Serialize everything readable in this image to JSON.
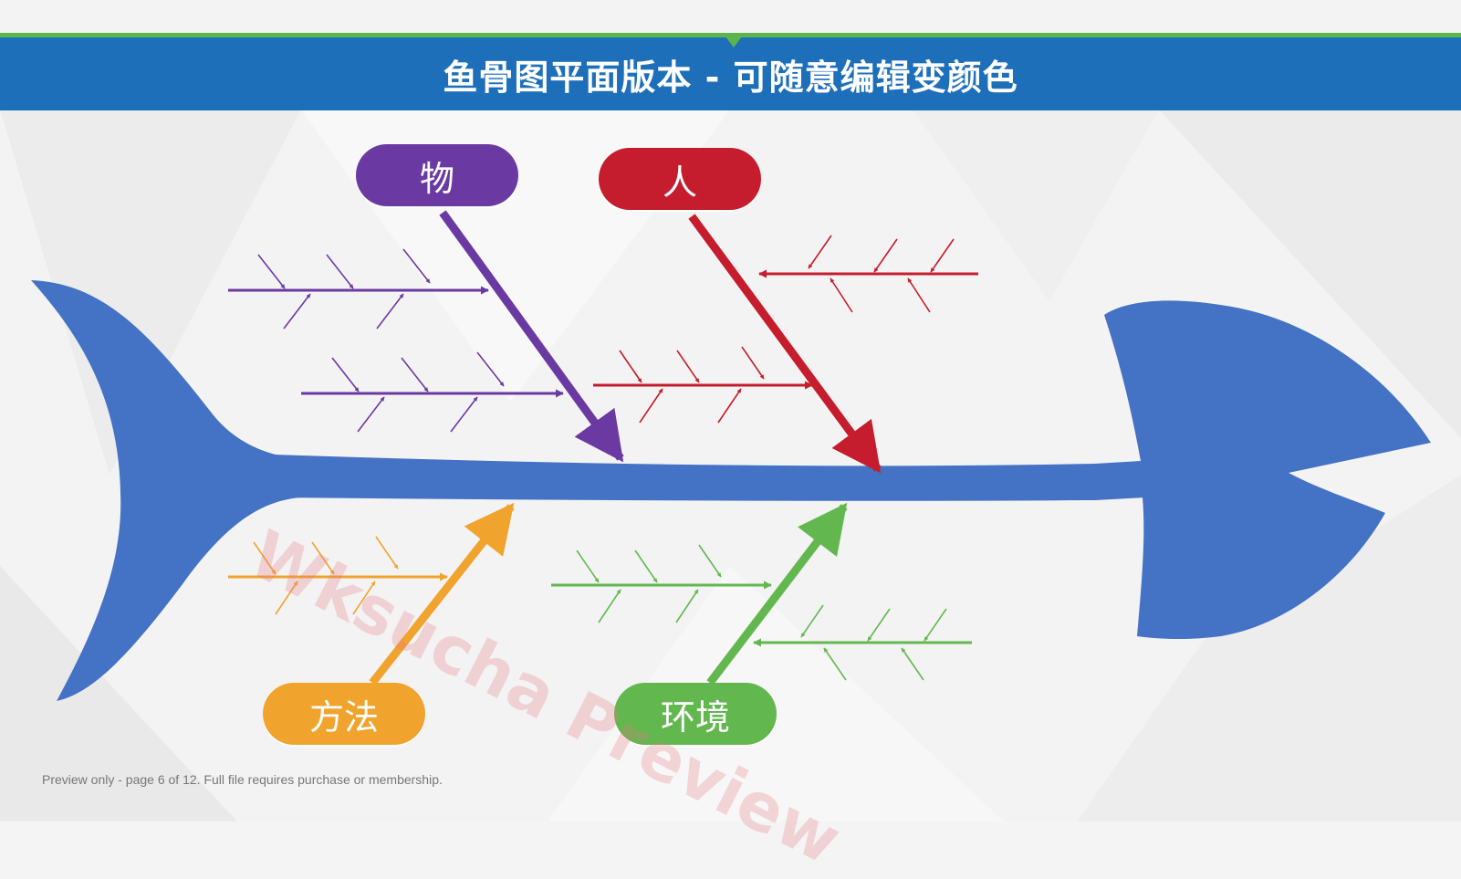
{
  "title": "鱼骨图平面版本 - 可随意编辑变颜色",
  "categories": {
    "wu": "物",
    "ren": "人",
    "fangfa": "方法",
    "huanjing": "环境"
  },
  "watermark": "Wksucha Preview",
  "footer": "Preview only - page 6 of 12. Full file requires purchase or membership.",
  "colors": {
    "header": "#1e6fba",
    "accent_green": "#5cb54c",
    "fish_body": "#4472c4",
    "wu": "#6a3aa2",
    "ren": "#c51d2d",
    "fangfa": "#f0a42e",
    "huanjing": "#62b84f"
  }
}
